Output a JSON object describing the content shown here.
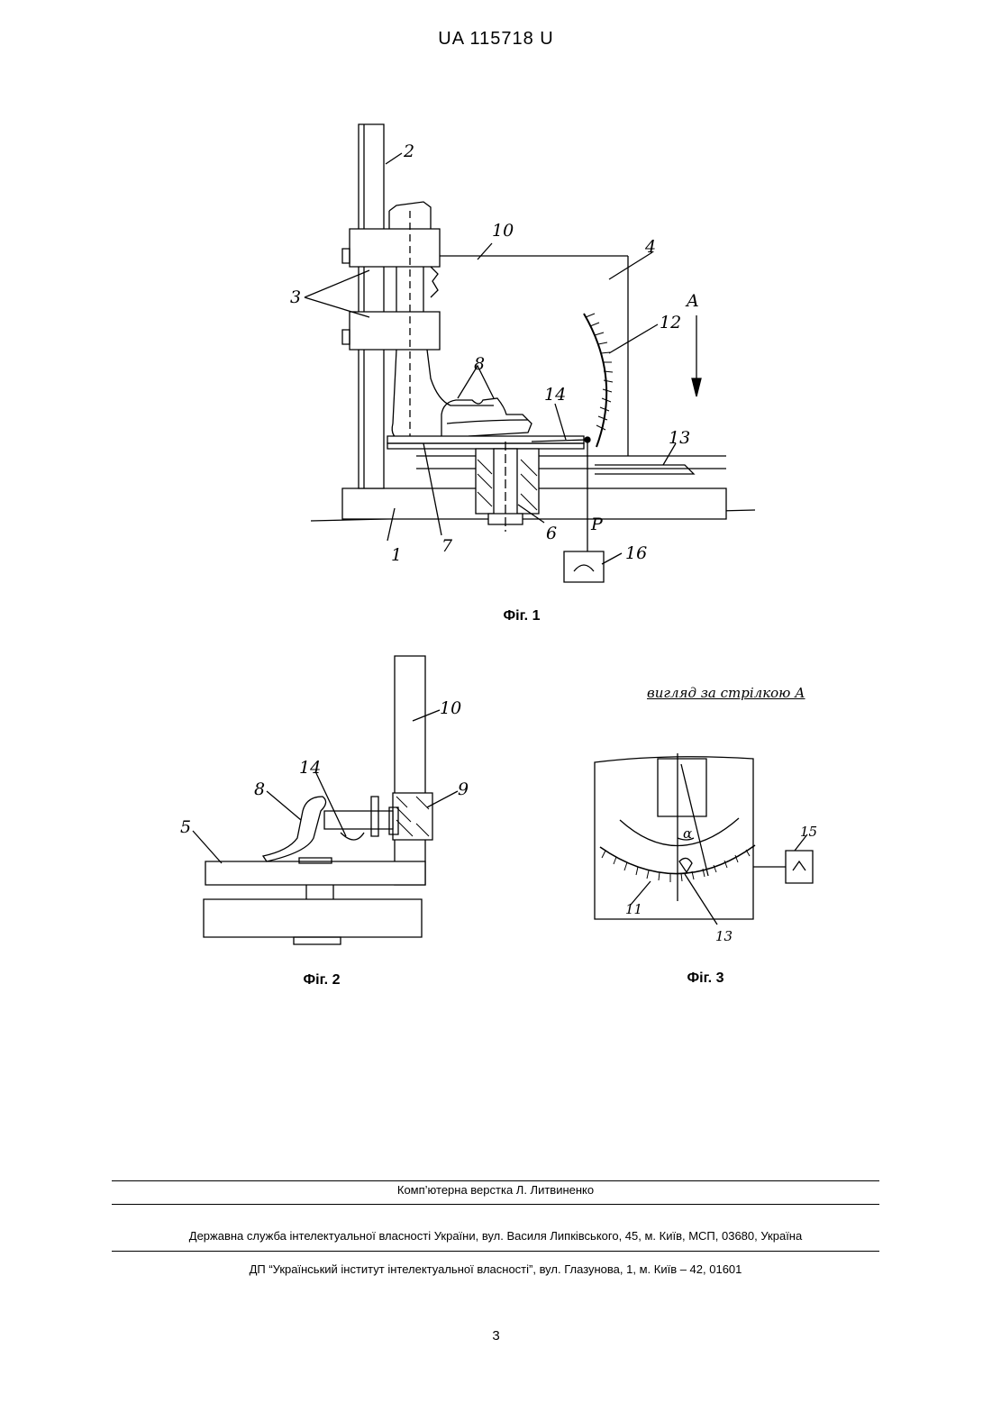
{
  "header": {
    "doc_number": "UA   115718   U"
  },
  "figures": {
    "fig1": {
      "caption": "Фіг. 1",
      "labels": [
        "2",
        "10",
        "4",
        "3",
        "A",
        "12",
        "8",
        "14",
        "13",
        "6",
        "P",
        "1",
        "7",
        "16"
      ]
    },
    "fig2": {
      "caption": "Фіг. 2",
      "labels": [
        "10",
        "14",
        "9",
        "8",
        "5"
      ]
    },
    "fig3": {
      "caption": "Фіг. 3",
      "view_title": "вигляд за стрілкою А",
      "labels": [
        "15",
        "α",
        "11",
        "13"
      ]
    }
  },
  "footer": {
    "layout_credit": "Комп’ютерна верстка Л. Литвиненко",
    "office_line": "Державна служба інтелектуальної власності України, вул. Василя Липківського, 45, м. Київ, МСП, 03680, Україна",
    "institute_line": "ДП “Український інститут інтелектуальної власності”, вул. Глазунова, 1, м. Київ – 42, 01601"
  },
  "page_number": "3"
}
